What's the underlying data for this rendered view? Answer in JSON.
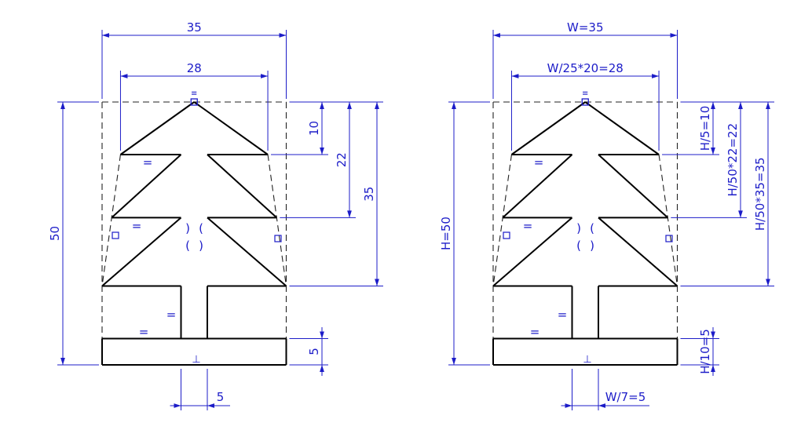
{
  "canvas": {
    "background": "#ffffff"
  },
  "colors": {
    "dimension_blue": "#1c1cc8",
    "outline_black": "#000000",
    "construction_gray": "#222222"
  },
  "figures": [
    {
      "name": "numeric-tree",
      "dims": {
        "overall_width": "35",
        "crown_width": "28",
        "tier1_height": "10",
        "tier2_height": "22",
        "tier3_height": "35",
        "overall_height": "50",
        "base_height": "5",
        "trunk_width": "5"
      }
    },
    {
      "name": "parametric-tree",
      "dims": {
        "overall_width": "W=35",
        "crown_width": "W/25*20=28",
        "tier1_height": "H/5=10",
        "tier2_height": "H/50*22=22",
        "tier3_height": "H/50*35=35",
        "overall_height": "H=50",
        "base_height": "H/10=5",
        "trunk_width": "W/7=5"
      }
    }
  ],
  "constraint_icons": {
    "equal": "=",
    "perpendicular": "⊥",
    "block": "≡",
    "arc_left": "(",
    "arc_right": ")"
  }
}
